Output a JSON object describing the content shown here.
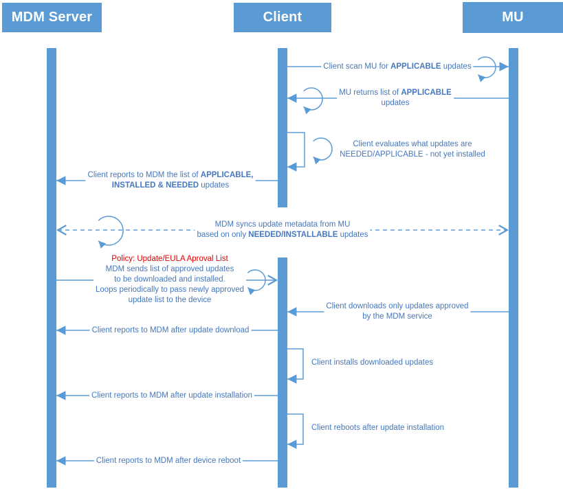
{
  "actors": [
    {
      "id": "mdm",
      "label": "MDM Server"
    },
    {
      "id": "client",
      "label": "Client"
    },
    {
      "id": "mu",
      "label": "MU"
    }
  ],
  "colors": {
    "bar_blue": "#5B9BD5",
    "line_blue": "#5B9BD5",
    "text_blue": "#4577BD",
    "policy_red": "#E00000",
    "header_text": "#FFFFFF"
  },
  "messages": [
    {
      "id": "scan",
      "from": "Client",
      "to": "MU",
      "lines": [
        [
          {
            "t": "Client scan MU for "
          },
          {
            "t": "APPLICABLE",
            "b": true
          },
          {
            "t": " updates"
          }
        ]
      ]
    },
    {
      "id": "returns-applicable",
      "from": "MU",
      "to": "Client",
      "lines": [
        [
          {
            "t": "MU returns list of "
          },
          {
            "t": "APPLICABLE",
            "b": true
          }
        ],
        [
          {
            "t": "updates"
          }
        ]
      ]
    },
    {
      "id": "client-evaluates",
      "from": "Client",
      "to": "Client",
      "lines": [
        [
          {
            "t": "Client evaluates what updates are"
          }
        ],
        [
          {
            "t": "NEEDED/APPLICABLE - not yet installed"
          }
        ]
      ]
    },
    {
      "id": "report-lists",
      "from": "Client",
      "to": "MDM Server",
      "lines": [
        [
          {
            "t": "Client reports to MDM the list of "
          },
          {
            "t": "APPLICABLE,",
            "b": true
          }
        ],
        [
          {
            "t": "INSTALLED & NEEDED",
            "b": true
          },
          {
            "t": " updates"
          }
        ]
      ]
    },
    {
      "id": "mdm-sync",
      "from": "MDM Server",
      "to": "MU",
      "style": "dashed",
      "lines": [
        [
          {
            "t": "MDM syncs update metadata from MU"
          }
        ],
        [
          {
            "t": "based on only "
          },
          {
            "t": "NEEDED/INSTALLABLE",
            "b": true
          },
          {
            "t": " updates"
          }
        ]
      ]
    },
    {
      "id": "policy-approved-list",
      "from": "MDM Server",
      "to": "Client",
      "title": "Policy: Update/EULA Aproval List",
      "lines": [
        [
          {
            "t": "MDM sends list of approved updates"
          }
        ],
        [
          {
            "t": "to be downloaded and installed."
          }
        ],
        [
          {
            "t": "Loops periodically to pass newly approved"
          }
        ],
        [
          {
            "t": "update list to the device"
          }
        ]
      ]
    },
    {
      "id": "download-approved",
      "from": "MU",
      "to": "Client",
      "lines": [
        [
          {
            "t": "Client downloads only updates approved"
          }
        ],
        [
          {
            "t": "by the MDM service"
          }
        ]
      ]
    },
    {
      "id": "report-download",
      "from": "Client",
      "to": "MDM Server",
      "lines": [
        [
          {
            "t": "Client reports to MDM after update download"
          }
        ]
      ]
    },
    {
      "id": "install",
      "from": "Client",
      "to": "Client",
      "lines": [
        [
          {
            "t": "Client installs downloaded updates"
          }
        ]
      ]
    },
    {
      "id": "report-install",
      "from": "Client",
      "to": "MDM Server",
      "lines": [
        [
          {
            "t": "Client reports to MDM after update installation"
          }
        ]
      ]
    },
    {
      "id": "reboot",
      "from": "Client",
      "to": "Client",
      "lines": [
        [
          {
            "t": "Client reboots after update installation"
          }
        ]
      ]
    },
    {
      "id": "report-reboot",
      "from": "Client",
      "to": "MDM Server",
      "lines": [
        [
          {
            "t": "Client reports to MDM after device reboot"
          }
        ]
      ]
    }
  ]
}
